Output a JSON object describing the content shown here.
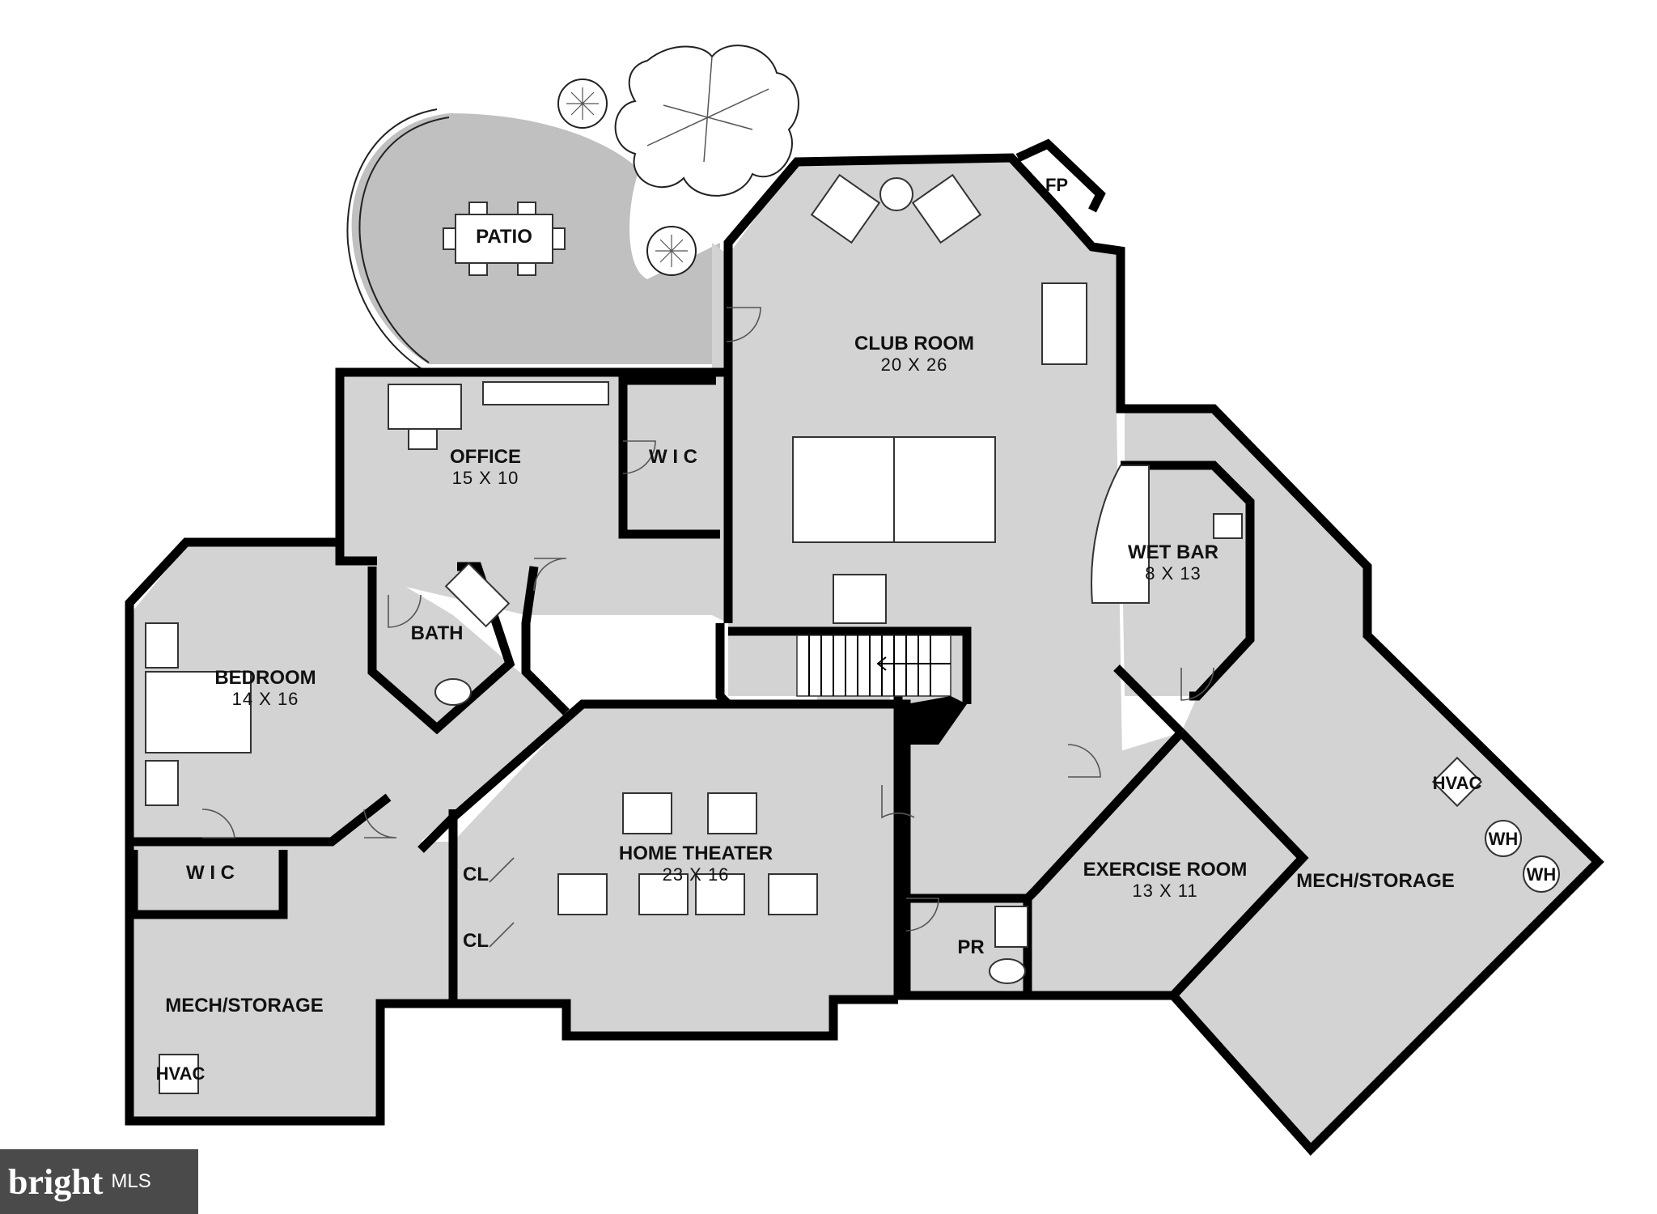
{
  "rooms": {
    "patio": {
      "name": "PATIO"
    },
    "club_room": {
      "name": "CLUB ROOM",
      "size": "20 X 26"
    },
    "office": {
      "name": "OFFICE",
      "size": "15 X 10"
    },
    "office_wic": {
      "name": "W I C"
    },
    "wet_bar": {
      "name": "WET BAR",
      "size": "8 X 13"
    },
    "bedroom": {
      "name": "BEDROOM",
      "size": "14 X 16"
    },
    "bath": {
      "name": "BATH"
    },
    "bedroom_wic": {
      "name": "W I C"
    },
    "home_theater": {
      "name": "HOME THEATER",
      "size": "23 X 16"
    },
    "closet_1": {
      "name": "CL"
    },
    "closet_2": {
      "name": "CL"
    },
    "exercise_room": {
      "name": "EXERCISE ROOM",
      "size": "13 X 11"
    },
    "powder_room": {
      "name": "PR"
    },
    "mech_storage_left": {
      "name": "MECH/STORAGE"
    },
    "mech_storage_right": {
      "name": "MECH/STORAGE"
    },
    "fireplace": {
      "name": "FP"
    }
  },
  "equipment": {
    "hvac_left": "HVAC",
    "hvac_right": "HVAC",
    "water_heater_1": "WH",
    "water_heater_2": "WH"
  },
  "watermark": {
    "brand": "bright",
    "suffix": "MLS"
  }
}
